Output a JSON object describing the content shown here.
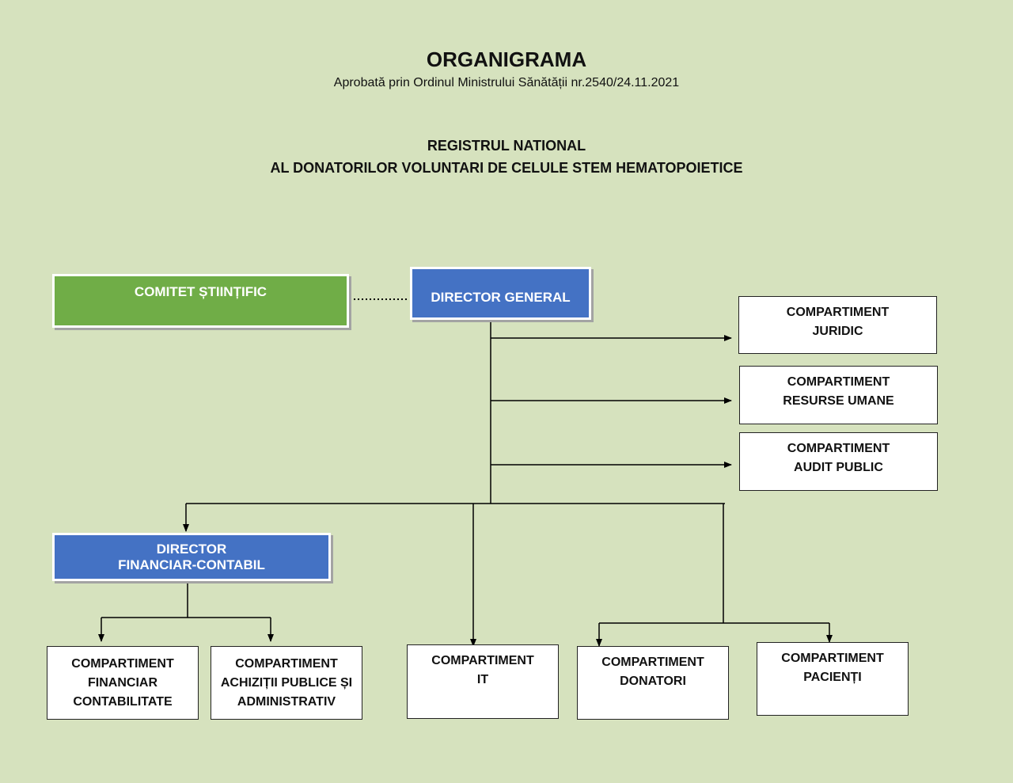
{
  "header": {
    "title": "ORGANIGRAMA",
    "subtitle": "Aprobată prin Ordinul Ministrului Sănătății nr.2540/24.11.2021",
    "org_line1": "REGISTRUL NATIONAL",
    "org_line2": "AL DONATORILOR VOLUNTARI DE CELULE STEM HEMATOPOIETICE"
  },
  "nodes": {
    "comitet": "COMITET ȘTIINȚIFIC",
    "director_general": "DIRECTOR GENERAL",
    "juridic": "COMPARTIMENT\nJURIDIC",
    "resurse_umane": "COMPARTIMENT\nRESURSE UMANE",
    "audit_public": "COMPARTIMENT\nAUDIT PUBLIC",
    "director_financiar": "DIRECTOR\nFINANCIAR-CONTABIL",
    "financiar_contabilitate": "COMPARTIMENT\nFINANCIAR\nCONTABILITATE",
    "achizitii": "COMPARTIMENT\nACHIZIȚII PUBLICE ȘI\nADMINISTRATIV",
    "it": "COMPARTIMENT\nIT",
    "donatori": "COMPARTIMENT\nDONATORI",
    "pacienti": "COMPARTIMENT\nPACIENȚI"
  },
  "colors": {
    "background": "#d6e2be",
    "green_box": "#70ad47",
    "blue_box": "#4472c4",
    "line": "#000000"
  }
}
